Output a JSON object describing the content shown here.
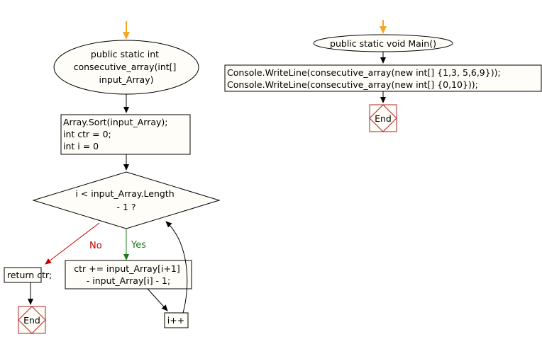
{
  "colors": {
    "node_fill": "#fffdf7",
    "stroke": "#000000",
    "end_stroke": "#b22222",
    "no_edge": "#c00000",
    "yes_edge": "#1a7a1a",
    "entry_arrow": "#f5a623"
  },
  "left_flow": {
    "start": [
      "public static int",
      "consecutive_array(int[]",
      "input_Array)"
    ],
    "init": [
      "Array.Sort(input_Array);",
      "int ctr = 0;",
      "int i = 0"
    ],
    "decision": [
      "i < input_Array.Length",
      "- 1 ?"
    ],
    "no_label": "No",
    "yes_label": "Yes",
    "return": "return ctr;",
    "body": [
      "ctr += input_Array[i+1]",
      "- input_Array[i] - 1;"
    ],
    "increment": "i++",
    "end": "End"
  },
  "right_flow": {
    "start": "public static void Main()",
    "statements": [
      "Console.WriteLine(consecutive_array(new int[] {1,3, 5,6,9}));",
      "Console.WriteLine(consecutive_array(new int[] {0,10}));"
    ],
    "end": "End"
  }
}
